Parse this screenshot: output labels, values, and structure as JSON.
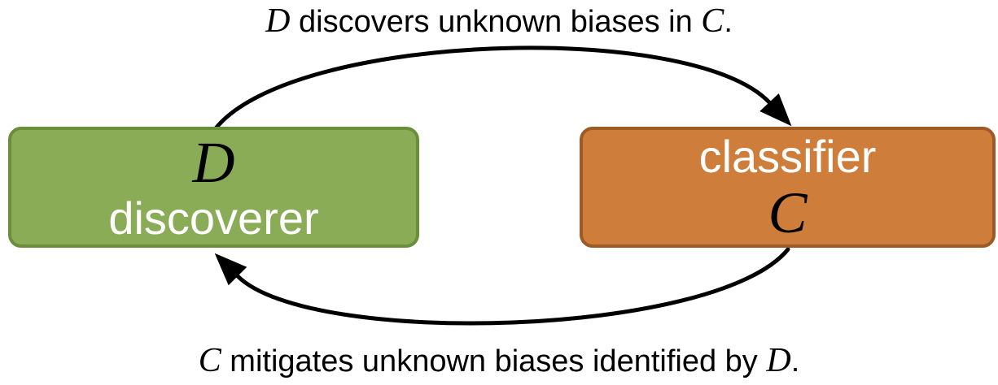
{
  "captions": {
    "top": {
      "parts": [
        "D",
        " discovers unknown biases in ",
        "C",
        "."
      ]
    },
    "bottom": {
      "parts": [
        "C",
        " mitigates unknown biases identified by ",
        "D",
        "."
      ]
    }
  },
  "boxes": {
    "discoverer": {
      "symbol": "D",
      "label": "discoverer"
    },
    "classifier": {
      "symbol": "C",
      "label": "classifier"
    }
  },
  "arrows": {
    "top": {
      "from": "D",
      "to": "C"
    },
    "bottom": {
      "from": "C",
      "to": "D"
    }
  },
  "colors": {
    "discoverer_fill": "#8aac57",
    "discoverer_border": "#6a8e3a",
    "classifier_fill": "#cf7d3a",
    "classifier_border": "#9c5a24",
    "arrow": "#000000",
    "box_label_text": "#ffffff",
    "symbol_text": "#000000"
  }
}
